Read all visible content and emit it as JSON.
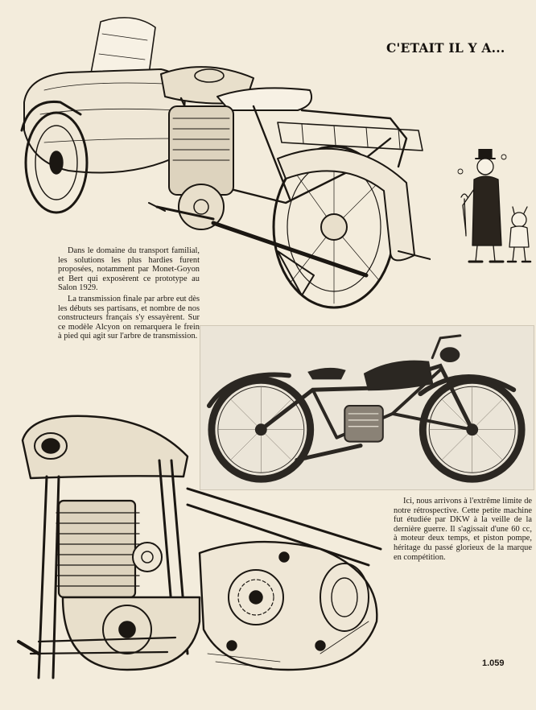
{
  "header": {
    "title": "C'ETAIT IL Y A..."
  },
  "captions": {
    "sidecar": [
      "Dans le domaine du transport familial, les solutions les plus hardies furent proposées, notamment par Monet-Goyon et Bert qui exposèrent ce prototype au Salon 1929.",
      "La transmission finale par arbre eut dès les débuts ses partisans, et nombre de nos constructeurs français s'y essayèrent. Sur ce modèle Alcyon on remarquera le frein à pied qui agit sur l'arbre de transmission."
    ],
    "dkw": "Ici, nous arrivons à l'extrême limite de notre rétrospective. Cette petite machine fut étudiée par DKW à la veille de la dernière guerre. Il s'agissait d'une 60 cc, à moteur deux temps, et piston pompe, héritage du passé glorieux de la marque en compétition."
  },
  "footer": {
    "page_number": "1.059"
  },
  "colors": {
    "paper": "#f3ecdc",
    "ink": "#1b1712",
    "photo_bg": "#e9e3d6"
  },
  "illustrations": [
    {
      "name": "sidecar-prototype-drawing",
      "icon": "sidecar-motorcycle-icon"
    },
    {
      "name": "cartoon-characters",
      "icon": "cartoon-figures-icon"
    },
    {
      "name": "dkw-motorcycle-photo",
      "icon": "motorcycle-photo-icon"
    },
    {
      "name": "engine-transmission-drawing",
      "icon": "engine-cutaway-icon"
    }
  ]
}
